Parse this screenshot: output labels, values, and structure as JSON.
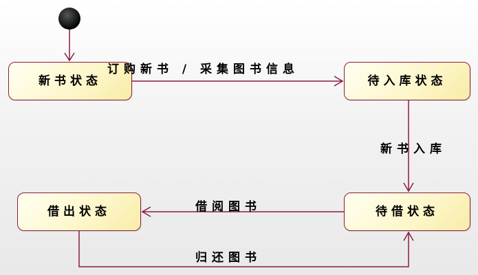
{
  "states": {
    "new_book": "新书状态",
    "to_be_stocked": "待入库状态",
    "to_be_lent": "待借状态",
    "lent_out": "借出状态"
  },
  "transitions": {
    "order": "订购新书 / 采集图书信息",
    "stock_in": "新书入库",
    "borrow": "借阅图书",
    "return": "归还图书"
  },
  "colors": {
    "line": "#8a1c3c",
    "state_fill": "#fdf6c9",
    "initial": "#000000"
  }
}
